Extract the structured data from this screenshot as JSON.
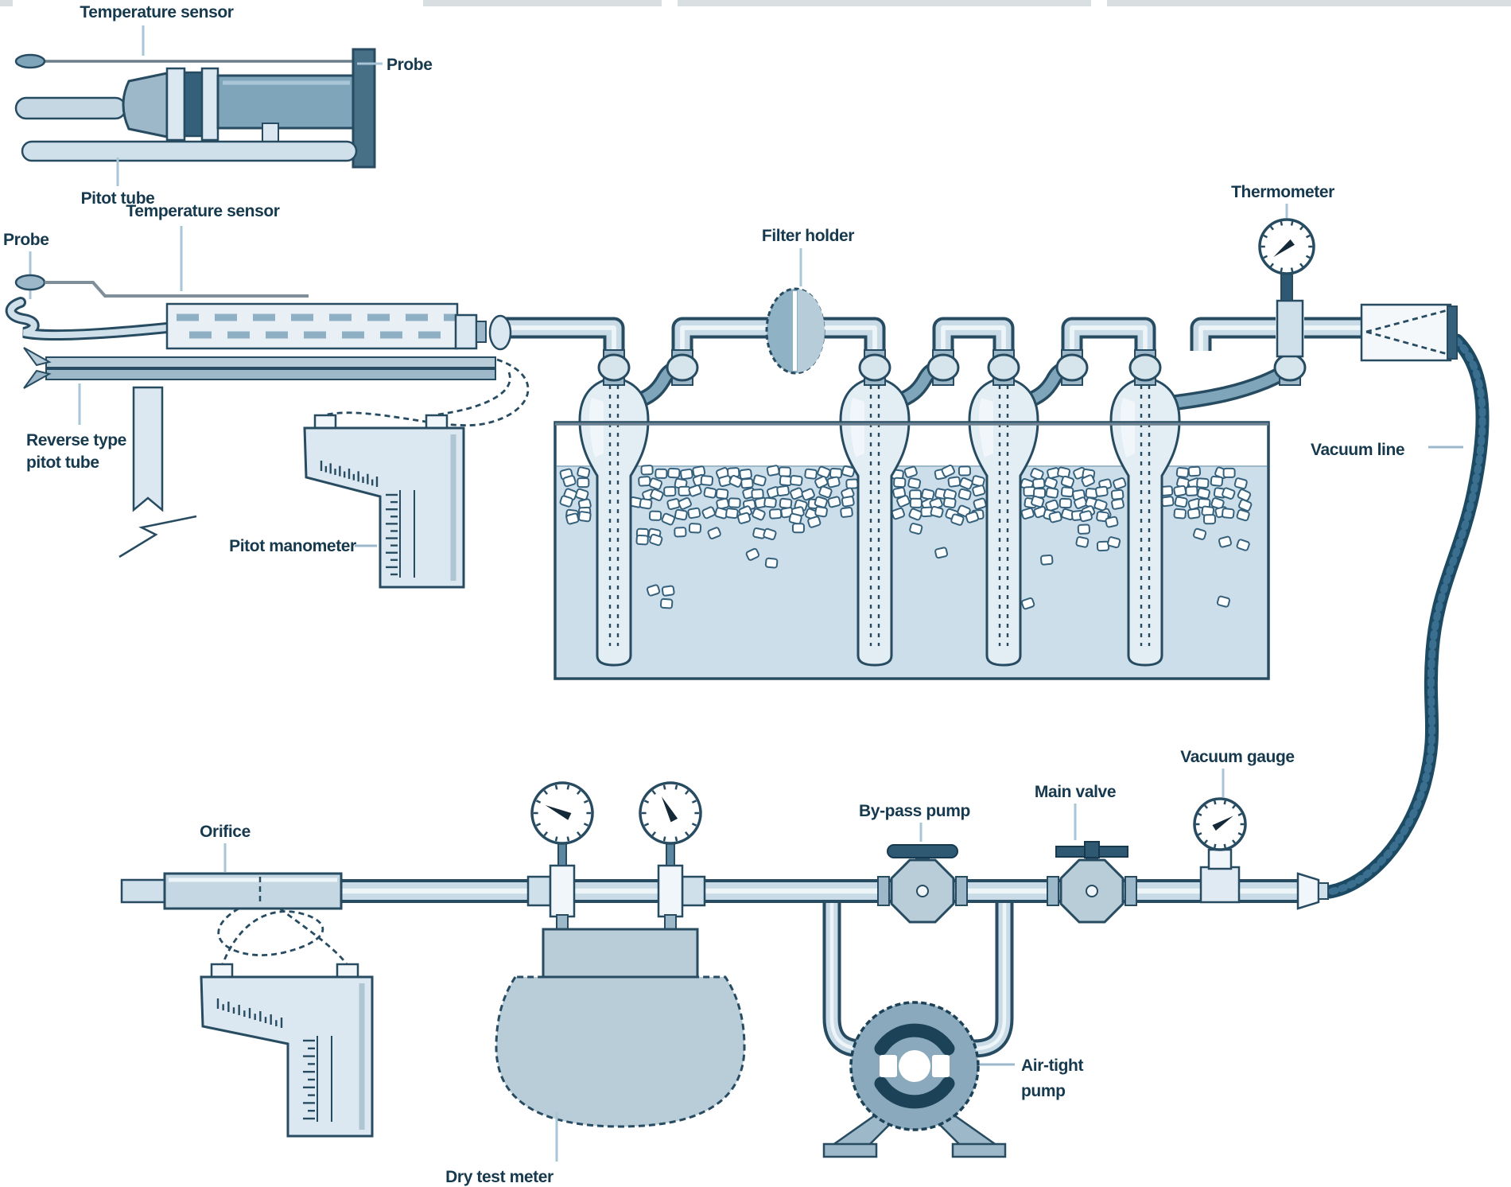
{
  "diagram": {
    "labels": {
      "probe_detail": {
        "temperature_sensor": "Temperature sensor",
        "probe": "Probe",
        "pitot_tube": "Pitot tube"
      },
      "stack_assembly": {
        "probe": "Probe",
        "temperature_sensor": "Temperature sensor",
        "reverse_pitot_line1": "Reverse type",
        "reverse_pitot_line2": "pitot tube",
        "pitot_manometer": "Pitot manometer"
      },
      "train": {
        "filter_holder": "Filter holder",
        "thermometer": "Thermometer",
        "vacuum_line": "Vacuum line"
      },
      "metering": {
        "orifice": "Orifice",
        "dry_test_meter": "Dry test meter",
        "bypass_pump": "By-pass pump",
        "main_valve": "Main valve",
        "vacuum_gauge": "Vacuum gauge",
        "air_tight_pump_line1": "Air-tight",
        "air_tight_pump_line2": "pump"
      }
    },
    "colors": {
      "outline": "#274b61",
      "label_text": "#16394e",
      "leader": "#a9c6d8",
      "pipe_fill": "#c9dbe6",
      "light_fill": "#dce8f1",
      "mid_fill": "#b9cdd9",
      "steel": "#7fa5bb",
      "dark_steel": "#476f86",
      "hose": "#1d4a63",
      "water": "#ccdee9",
      "background": "#ffffff"
    }
  }
}
